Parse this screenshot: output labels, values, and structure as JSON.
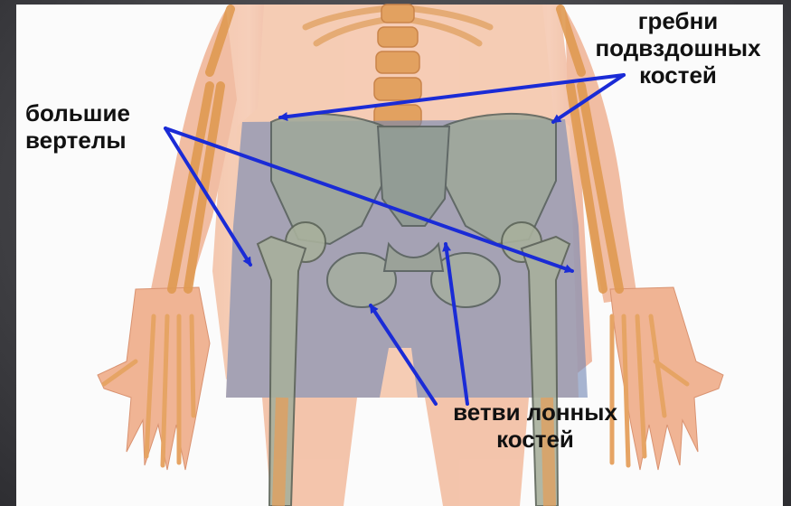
{
  "labels": {
    "greater_trochanters": {
      "line1": "большие",
      "line2": "вертелы"
    },
    "iliac_crests": {
      "line1": "гребни",
      "line2": "подвздошных",
      "line3": "костей"
    },
    "pubic_rami": {
      "line1": "ветви лонных",
      "line2": "костей"
    }
  },
  "colors": {
    "frame": "#4a4a4e",
    "background": "#fbfbfb",
    "skin": "#f2b497",
    "bone": "#e8a96a",
    "shorts": "#6f86b4",
    "arrow": "#1a2bd6",
    "text": "#111111"
  }
}
